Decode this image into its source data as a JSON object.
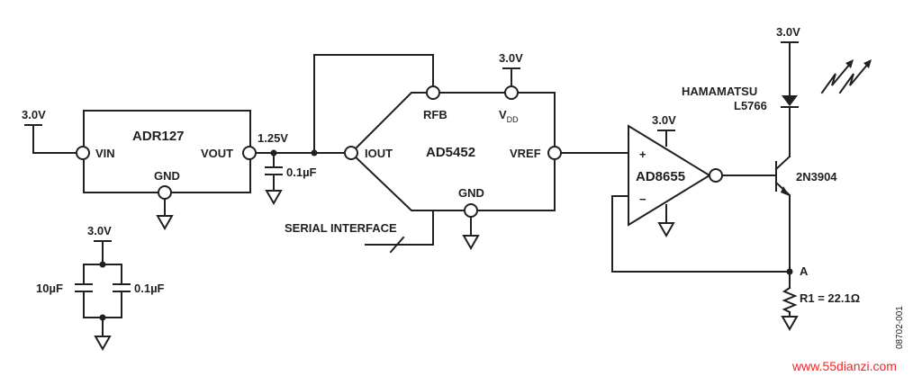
{
  "supply_3v0": "3.0V",
  "adr127": {
    "name": "ADR127",
    "vin": "VIN",
    "vout": "VOUT",
    "gnd": "GND"
  },
  "node_1v25": "1.25V",
  "cap_out": "0.1µF",
  "ad5452": {
    "name": "AD5452",
    "iout": "IOUT",
    "rfb": "RFB",
    "vref": "VREF",
    "gnd": "GND",
    "vdd_main": "V",
    "vdd_sub": "DD"
  },
  "serial_interface": "SERIAL INTERFACE",
  "decoupling": {
    "c_left": "10µF",
    "c_right": "0.1µF"
  },
  "ad8655": {
    "name": "AD8655",
    "plus": "+",
    "minus": "−"
  },
  "transistor": "2N3904",
  "led": {
    "line1": "HAMAMATSU",
    "line2": "L5766"
  },
  "node_a": "A",
  "r1": "R1 = 22.1Ω",
  "figure_id": "08702-001",
  "watermark": "www.55dianzi.com"
}
